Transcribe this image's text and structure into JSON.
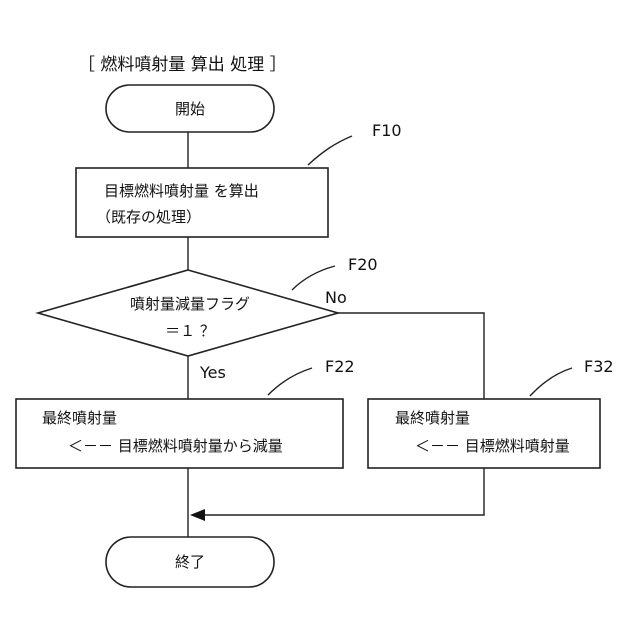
{
  "title": "［ 燃料噴射量 算出 処理 ］",
  "start": {
    "label": "開始"
  },
  "f10": {
    "ref": "F10",
    "line1": "目標燃料噴射量 を算出",
    "line2": "（既存の処理）"
  },
  "f20": {
    "ref": "F20",
    "line1": "噴射量減量フラグ",
    "line2": "＝１ ？",
    "yes": "Yes",
    "no": "No"
  },
  "f22": {
    "ref": "F22",
    "line1": "最終噴射量",
    "line2": "＜－－ 目標燃料噴射量から減量"
  },
  "f32": {
    "ref": "F32",
    "line1": "最終噴射量",
    "line2": "＜－－ 目標燃料噴射量"
  },
  "end": {
    "label": "終了"
  }
}
